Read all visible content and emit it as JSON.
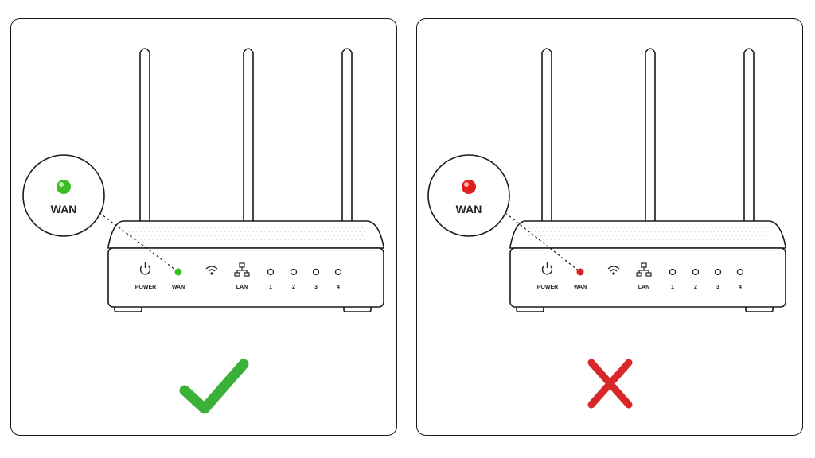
{
  "panels": [
    {
      "callout_label": "WAN",
      "wan_led_color": "#3dbd23",
      "status": "correct",
      "status_icon": "check-icon",
      "status_color": "#3bb13a"
    },
    {
      "callout_label": "WAN",
      "wan_led_color": "#e01e1e",
      "status": "incorrect",
      "status_icon": "cross-icon",
      "status_color": "#d8262a"
    }
  ],
  "router": {
    "labels": {
      "power": "POWER",
      "wan": "WAN",
      "lan": "LAN",
      "ports": [
        "1",
        "2",
        "3",
        "4"
      ]
    },
    "icons": [
      "power-icon",
      "wifi-icon",
      "lan-network-icon"
    ]
  }
}
